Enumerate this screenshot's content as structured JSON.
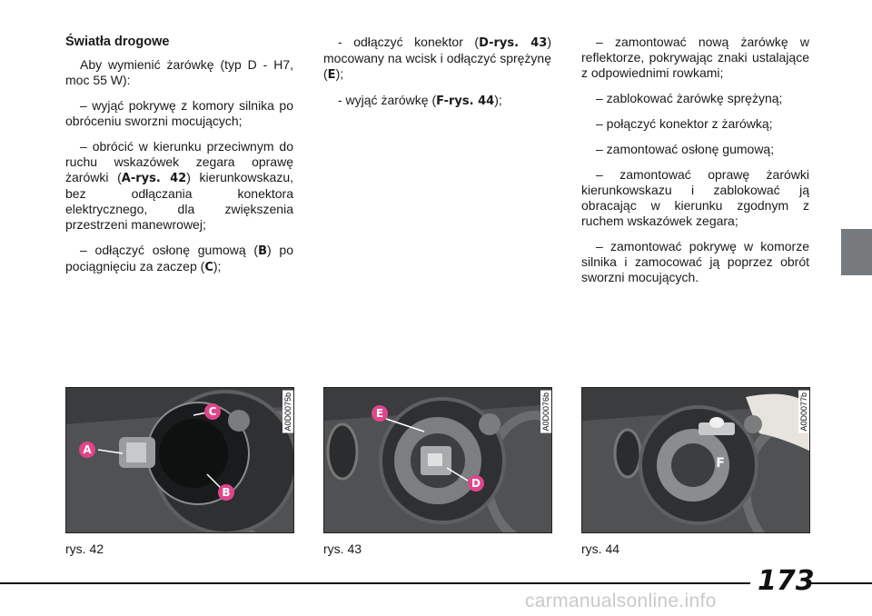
{
  "col1": {
    "heading": "Światła drogowe",
    "intro": "Aby wymienić żarówkę (typ D - H7, moc 55 W):",
    "step1": "– wyjąć pokrywę z komory silnika po obróceniu sworzni mocujących;",
    "step2_a": "– obrócić w kierunku przeciwnym do ruchu wskazówek zegara oprawę żarówki (",
    "step2_ref": "A-rys. 42",
    "step2_b": ") kierunkowskazu, bez odłączania konektora elektrycznego, dla zwiększenia przestrzeni manewrowej;",
    "step3_a": "– odłączyć osłonę gumową (",
    "step3_ref1": "B",
    "step3_b": ") po pociągnięciu za zaczep (",
    "step3_ref2": "C",
    "step3_c": ");"
  },
  "col2": {
    "step1_a": "- odłączyć konektor (",
    "step1_ref": "D-rys. 43",
    "step1_b": ") mocowany na wcisk i odłączyć sprężynę (",
    "step1_ref2": "E",
    "step1_c": ");",
    "step2_a": "- wyjąć żarówkę (",
    "step2_ref": "F-rys. 44",
    "step2_b": ");"
  },
  "col3": {
    "step1": "– zamontować nową żarówkę w reflektorze, pokrywając znaki ustalające z odpowiednimi rowkami;",
    "step2": "– zablokować żarówkę sprężyną;",
    "step3": "– połączyć konektor z żarówką;",
    "step4": "– zamontować osłonę gumową;",
    "step5": "– zamontować oprawę żarówki kierunkowskazu i zablokować ją obracając w kierunku zgodnym z ruchem wskazówek zegara;",
    "step6": "– zamontować pokrywę w komorze silnika i zamocować ją poprzez obrót sworzni mocujących."
  },
  "figures": [
    {
      "caption": "rys. 42",
      "code": "A0D0075b",
      "labels": [
        "A",
        "B",
        "C"
      ]
    },
    {
      "caption": "rys. 43",
      "code": "A0D0076b",
      "labels": [
        "D",
        "E"
      ]
    },
    {
      "caption": "rys. 44",
      "code": "A0D0077b",
      "labels": [
        "F"
      ]
    }
  ],
  "page_number": "173",
  "watermark": "carmanualsonline.info",
  "colors": {
    "label": "#e0458a",
    "tab": "#777a7c",
    "photo_bg": "#4a4c4e"
  }
}
